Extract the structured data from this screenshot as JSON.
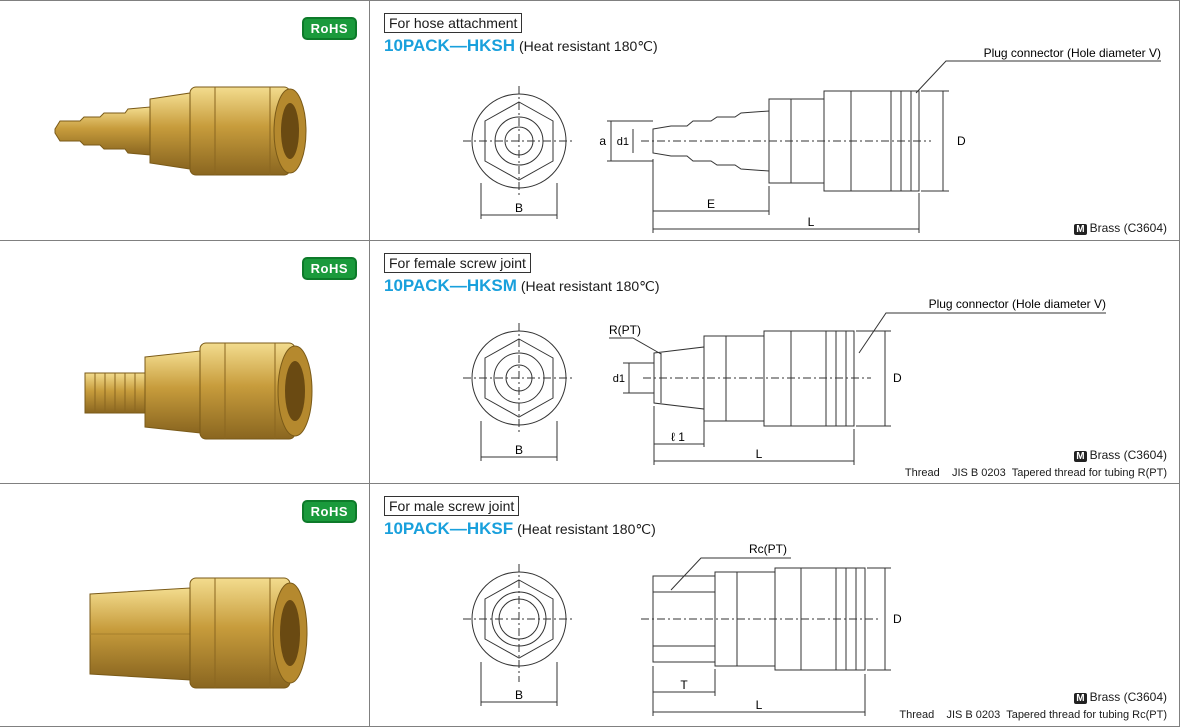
{
  "rows": [
    {
      "rohs": "RoHS",
      "usage": "For hose attachment",
      "model": "10PACK—HKSH",
      "heat": "(Heat resistant 180℃)",
      "callout": "Plug connector (Hole diameter V)",
      "dims": {
        "a": "a",
        "d1": "d1",
        "d": "D",
        "b": "B",
        "e": "E",
        "l": "L"
      },
      "material_badge": "M",
      "material": "Brass (C3604)",
      "thread": ""
    },
    {
      "rohs": "RoHS",
      "usage": "For female screw joint",
      "model": "10PACK—HKSM",
      "heat": "(Heat resistant 180℃)",
      "callout": "Plug connector (Hole diameter V)",
      "dims": {
        "r": "R(PT)",
        "d1": "d1",
        "d": "D",
        "b": "B",
        "l1": "ℓ 1",
        "l": "L"
      },
      "material_badge": "M",
      "material": "Brass (C3604)",
      "thread": "Thread    JIS B 0203  Tapered thread for tubing R(PT)"
    },
    {
      "rohs": "RoHS",
      "usage": "For male screw joint",
      "model": "10PACK—HKSF",
      "heat": "(Heat resistant 180℃)",
      "callout": "",
      "dims": {
        "rc": "Rc(PT)",
        "d": "D",
        "b": "B",
        "t": "T",
        "l": "L"
      },
      "material_badge": "M",
      "material": "Brass (C3604)",
      "thread": "Thread    JIS B 0203  Tapered thread for tubing Rc(PT)"
    }
  ],
  "colors": {
    "model": "#19a0dc",
    "rohs": "#1a9a3c",
    "brass": "#c9a44a",
    "line": "#333333"
  }
}
